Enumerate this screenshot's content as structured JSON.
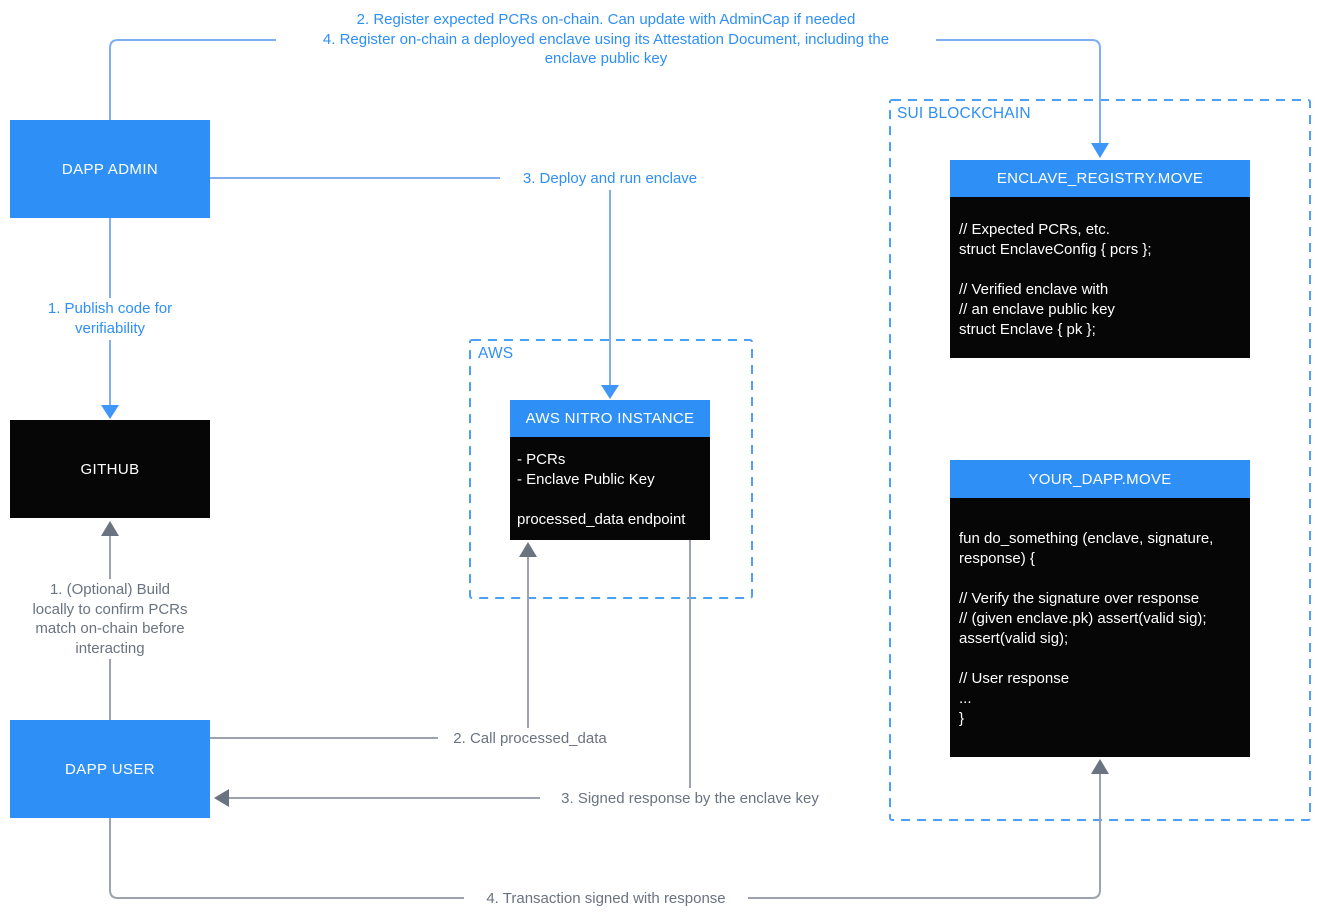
{
  "groups": {
    "aws": {
      "label": "AWS"
    },
    "sui": {
      "label": "SUI BLOCKCHAIN"
    }
  },
  "nodes": {
    "dapp_admin": {
      "label": "DAPP ADMIN"
    },
    "github": {
      "label": "GITHUB"
    },
    "dapp_user": {
      "label": "DAPP USER"
    },
    "aws_nitro": {
      "title": "AWS NITRO INSTANCE",
      "body_lines": [
        "- PCRs",
        "- Enclave Public Key",
        "",
        "processed_data endpoint"
      ]
    },
    "enclave_registry": {
      "title": "ENCLAVE_REGISTRY.MOVE",
      "body_lines": [
        "// Expected PCRs, etc.",
        "struct EnclaveConfig { pcrs };",
        "",
        "// Verified enclave with",
        "// an enclave public key",
        "struct Enclave { pk };"
      ]
    },
    "your_dapp": {
      "title": "YOUR_DAPP.MOVE",
      "body_lines": [
        "fun do_something (enclave, signature,",
        "response) {",
        "",
        "// Verify the signature over response",
        "// (given enclave.pk) assert(valid sig);",
        "assert(valid sig);",
        "",
        "// User response",
        "...",
        "}"
      ]
    }
  },
  "edges": {
    "register_onchain": {
      "label_lines": [
        "2. Register expected PCRs on-chain. Can update with AdminCap if needed",
        "4. Register on-chain a deployed enclave using its Attestation Document, including the",
        "enclave public key"
      ]
    },
    "publish_code": {
      "label_lines": [
        "1. Publish code for",
        "verifiability"
      ]
    },
    "deploy_enclave": {
      "label": "3. Deploy and run enclave"
    },
    "build_locally": {
      "label_lines": [
        "1. (Optional) Build",
        "locally to confirm PCRs",
        "match on-chain before",
        "interacting"
      ]
    },
    "call_processed_data": {
      "label": "2. Call processed_data"
    },
    "signed_response": {
      "label": "3. Signed response by the enclave key"
    },
    "transaction_signed": {
      "label": "4. Transaction signed with response"
    }
  },
  "colors": {
    "node_blue": "#2E8FF7",
    "node_black": "#060606",
    "blue_line": "#7FAFF2",
    "blue_arrow": "#3E97F8",
    "dashed_border_blue": "#4E9FF5",
    "gray_line": "#9CA3AF",
    "gray_arrow": "#6A7380",
    "gray_text": "#6A7380",
    "blue_text": "#2E8FF7"
  }
}
